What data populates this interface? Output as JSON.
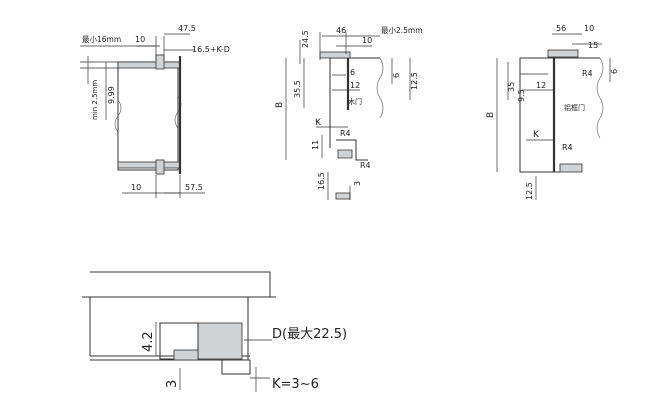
{
  "drawing1": {
    "min_cover": "最小16mm",
    "d10_top": "10",
    "d47_5": "47.5",
    "d16_5_k_d": "16.5+K-D",
    "min_2_5": "min 2.5mm",
    "d9_99": "9.99",
    "d10_bottom": "10",
    "d57_5": "57.5"
  },
  "drawing2": {
    "d24_5": "24.5",
    "d46": "46",
    "d10": "10",
    "min_2_5": "最小2.5mm",
    "d35_5": "35.5",
    "d6_a": "6",
    "d12": "12",
    "d6_b": "6",
    "d12_5": "12.5",
    "wood_door": "木门",
    "b_label": "B",
    "k_label": "K",
    "r4_a": "R4",
    "d11": "11",
    "r4_b": "R4",
    "d16_5": "16.5",
    "d3": "3"
  },
  "drawing3": {
    "d56": "56",
    "d10": "10",
    "d15": "15",
    "r4_top": "R4",
    "d6": "6",
    "d35": "35",
    "d9_5": "9.5",
    "d12": "12",
    "alu_door": "铝框门",
    "b_label": "B",
    "k_label": "K",
    "r4_bottom": "R4",
    "d12_5": "12.5"
  },
  "drawing4": {
    "d4_2": "4.2",
    "d_max": "D(最大22.5)",
    "d3": "3",
    "k_range": "K=3~6"
  }
}
